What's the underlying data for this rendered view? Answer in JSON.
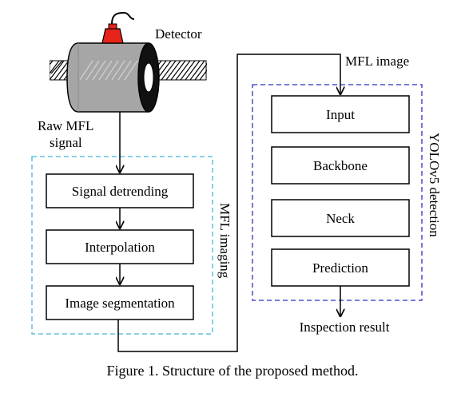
{
  "detector_label": "Detector",
  "raw_signal_label": [
    "Raw MFL",
    "signal"
  ],
  "mfl_image_label": "MFL image",
  "mfl_imaging_group": {
    "label": "MFL imaging",
    "steps": [
      "Signal detrending",
      "Interpolation",
      "Image segmentation"
    ],
    "border_color": "#41b6d6"
  },
  "yolo_group": {
    "label": "YOLOv5 detection",
    "steps": [
      "Input",
      "Backbone",
      "Neck",
      "Prediction"
    ],
    "border_color": "#2a2fc7"
  },
  "output_label": "Inspection result",
  "caption": "Figure 1. Structure of the proposed method.",
  "colors": {
    "sensor_red": "#e8231a",
    "cylinder_gray": "#a6a6a6"
  }
}
